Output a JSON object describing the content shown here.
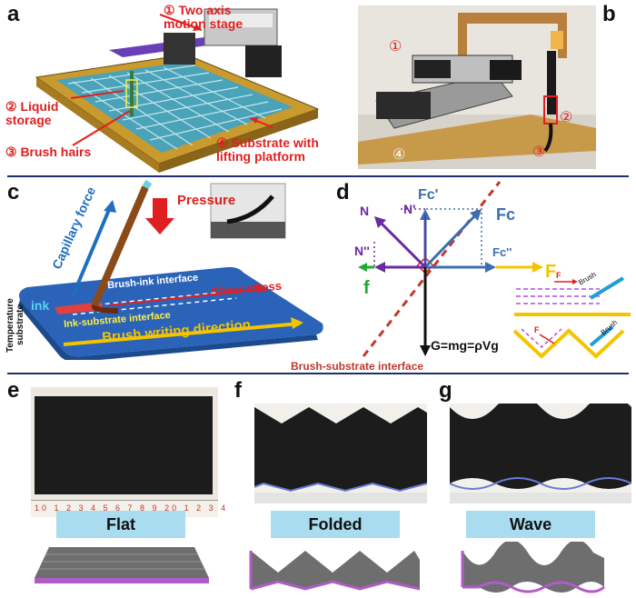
{
  "panels": {
    "a": {
      "letter": "a",
      "label1": "① Two axis",
      "label1b": "motion stage",
      "label2": "② Liquid",
      "label2b": "storage",
      "label3": "③ Brush hairs",
      "label4": "④ Substrate with",
      "label4b": "lifting platform"
    },
    "b": {
      "letter": "b",
      "marker1": "①",
      "marker2": "②",
      "marker3": "③",
      "marker4": "④"
    },
    "c": {
      "letter": "c",
      "pressure": "Pressure",
      "capillary": "Capillary force",
      "brush_ink": "Brush-ink interface",
      "ink": "ink",
      "shear": "Sheer stress",
      "ink_substrate": "Ink-substrate interface",
      "writing_dir": "Brush writing direction",
      "temperature": "Temperature",
      "substrate": "substrate"
    },
    "d": {
      "letter": "d",
      "N": "N",
      "N_prime": "N'",
      "N_dprime": "N''",
      "Fc_prime": "Fc'",
      "Fc": "Fc",
      "Fc_dprime": "Fc''",
      "F": "F",
      "f": "f",
      "G": "G=mg=ρVg",
      "interface": "Brush-substrate interface",
      "brush1": "Brush",
      "brush2": "Brush",
      "F_small1": "F",
      "F_small2": "F"
    },
    "e": {
      "letter": "e",
      "label": "Flat",
      "ruler": "10 1 2 3 4 5 6 7 8 9 20 1 2 3 4"
    },
    "f": {
      "letter": "f",
      "label": "Folded"
    },
    "g": {
      "letter": "g",
      "label": "Wave"
    }
  },
  "colors": {
    "divider": "#1e2f6e",
    "label_red": "#e02020",
    "band_blue": "#a9dcef",
    "capillary_blue": "#1f6fbf",
    "substrate_blue": "#2a63b8",
    "force_blue": "#3b6fb0",
    "normal_purple": "#6a2aa0",
    "friction_green": "#22aa33",
    "fc_yellow": "#f5c400",
    "pressure_red": "#e02020",
    "interface_dash": "#c0392b"
  }
}
